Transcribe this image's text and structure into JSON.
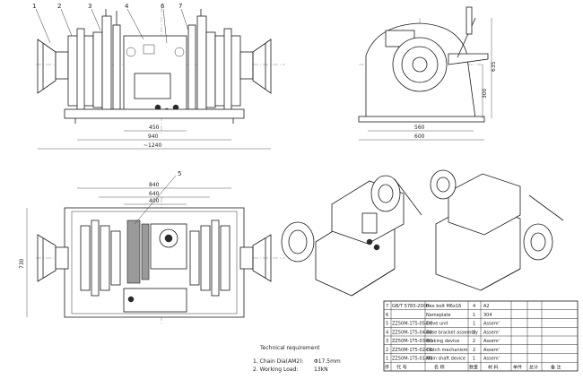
{
  "front_view": {
    "callouts": [
      "1",
      "2",
      "3",
      "4",
      "6",
      "7"
    ],
    "dims": {
      "width_inner": "450",
      "width_frame": "940",
      "width_total": "~1240"
    }
  },
  "side_view": {
    "dims": {
      "height_total": "635",
      "height_axis": "300",
      "width_base": "560",
      "width_total": "600"
    }
  },
  "top_view": {
    "callout": "5",
    "dims": {
      "w840": "840",
      "w640": "640",
      "w400": "400",
      "height": "730"
    }
  },
  "technical_requirements": {
    "title": "Technical requirement",
    "items": [
      {
        "label": "1. Chain Dia(AM2):",
        "value": "Φ17.5mm"
      },
      {
        "label": "2. Working Load:",
        "value": "13kN"
      }
    ]
  },
  "parts_table": {
    "rows": [
      {
        "no": "7",
        "code": "GB/T 5783-2000",
        "name": "Hex bolt M6x16",
        "qty": "4",
        "material": "A2"
      },
      {
        "no": "6",
        "code": "",
        "name": "Nameplate",
        "qty": "1",
        "material": "304"
      },
      {
        "no": "5",
        "code": "ZZ50M-1T5-05-00",
        "name": "Drive unit",
        "qty": "1",
        "material": "Assem'"
      },
      {
        "no": "4",
        "code": "ZZ50M-1T5-04-00",
        "name": "Base bracket assembly",
        "qty": "1",
        "material": "Assem'"
      },
      {
        "no": "3",
        "code": "ZZ50M-1T5-03-00",
        "name": "Braking device",
        "qty": "2",
        "material": "Assem'"
      },
      {
        "no": "2",
        "code": "ZZ50M-1T5-02-00",
        "name": "Clutch mechanism",
        "qty": "2",
        "material": "Assem'"
      },
      {
        "no": "1",
        "code": "ZZ50M-1T5-01-00",
        "name": "Main shaft device",
        "qty": "1",
        "material": "Assem'"
      }
    ],
    "header": [
      "序",
      "代  号",
      "名  称",
      "数量",
      "材  料",
      "单件",
      "总计",
      "备  注"
    ]
  }
}
